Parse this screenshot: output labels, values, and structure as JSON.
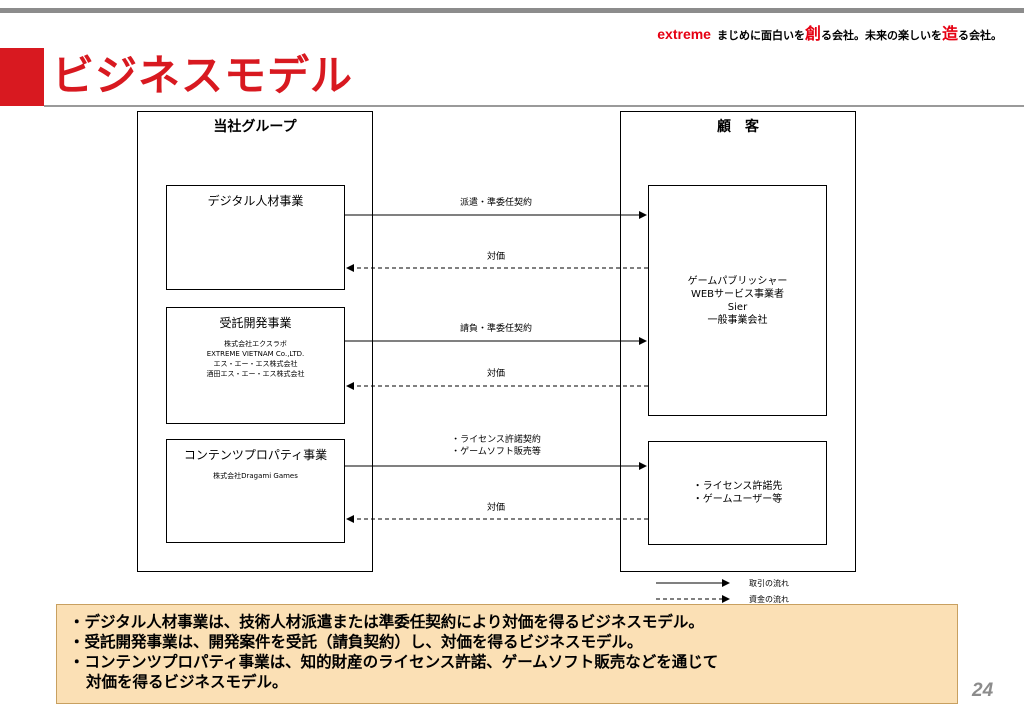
{
  "header": {
    "brand": "extreme",
    "slogan_part1": "まじめに面白いを",
    "slogan_big1": "創",
    "slogan_part2": "る会社。未来の楽しいを",
    "slogan_big2": "造",
    "slogan_part3": "る会社。",
    "title": "ビジネスモデル"
  },
  "diagram": {
    "company_group": {
      "title": "当社グループ",
      "businesses": [
        {
          "name": "デジタル人材事業",
          "subs": []
        },
        {
          "name": "受託開発事業",
          "subs": [
            "株式会社エクスラボ",
            "EXTREME VIETNAM Co.,LTD.",
            "エス・エー・エス株式会社",
            "酒田エス・エー・エス株式会社"
          ]
        },
        {
          "name": "コンテンツプロパティ事業",
          "subs": [
            "株式会社Dragami Games"
          ]
        }
      ]
    },
    "customer": {
      "title": "顧　客",
      "groups": [
        {
          "lines": [
            "ゲームパブリッシャー",
            "WEBサービス事業者",
            "Sier",
            "一般事業会社"
          ]
        },
        {
          "lines": [
            "・ライセンス許諾先",
            "・ゲームユーザー等"
          ]
        }
      ]
    },
    "flows": [
      {
        "label": "派遣・準委任契約",
        "style": "solid",
        "direction": "to-customer"
      },
      {
        "label": "対価",
        "style": "dashed",
        "direction": "to-company"
      },
      {
        "label": "請負・準委任契約",
        "style": "solid",
        "direction": "to-customer"
      },
      {
        "label": "対価",
        "style": "dashed",
        "direction": "to-company"
      },
      {
        "label": "・ライセンス許諾契約",
        "label2": "・ゲームソフト販売等",
        "style": "solid",
        "direction": "to-customer"
      },
      {
        "label": "対価",
        "style": "dashed",
        "direction": "to-company"
      }
    ],
    "legend": {
      "solid": "取引の流れ",
      "dashed": "資金の流れ"
    }
  },
  "summary": [
    "・デジタル人材事業は、技術人材派遣または準委任契約により対価を得るビジネスモデル。",
    "・受託開発事業は、開発案件を受託（請負契約）し、対価を得るビジネスモデル。",
    "・コンテンツプロパティ事業は、知的財産のライセンス許諾、ゲームソフト販売などを通じて",
    "対価を得るビジネスモデル。"
  ],
  "page_number": "24",
  "colors": {
    "accent": "#d81920",
    "summary_bg": "#fbe0b5",
    "rule": "#8c8c8c"
  }
}
